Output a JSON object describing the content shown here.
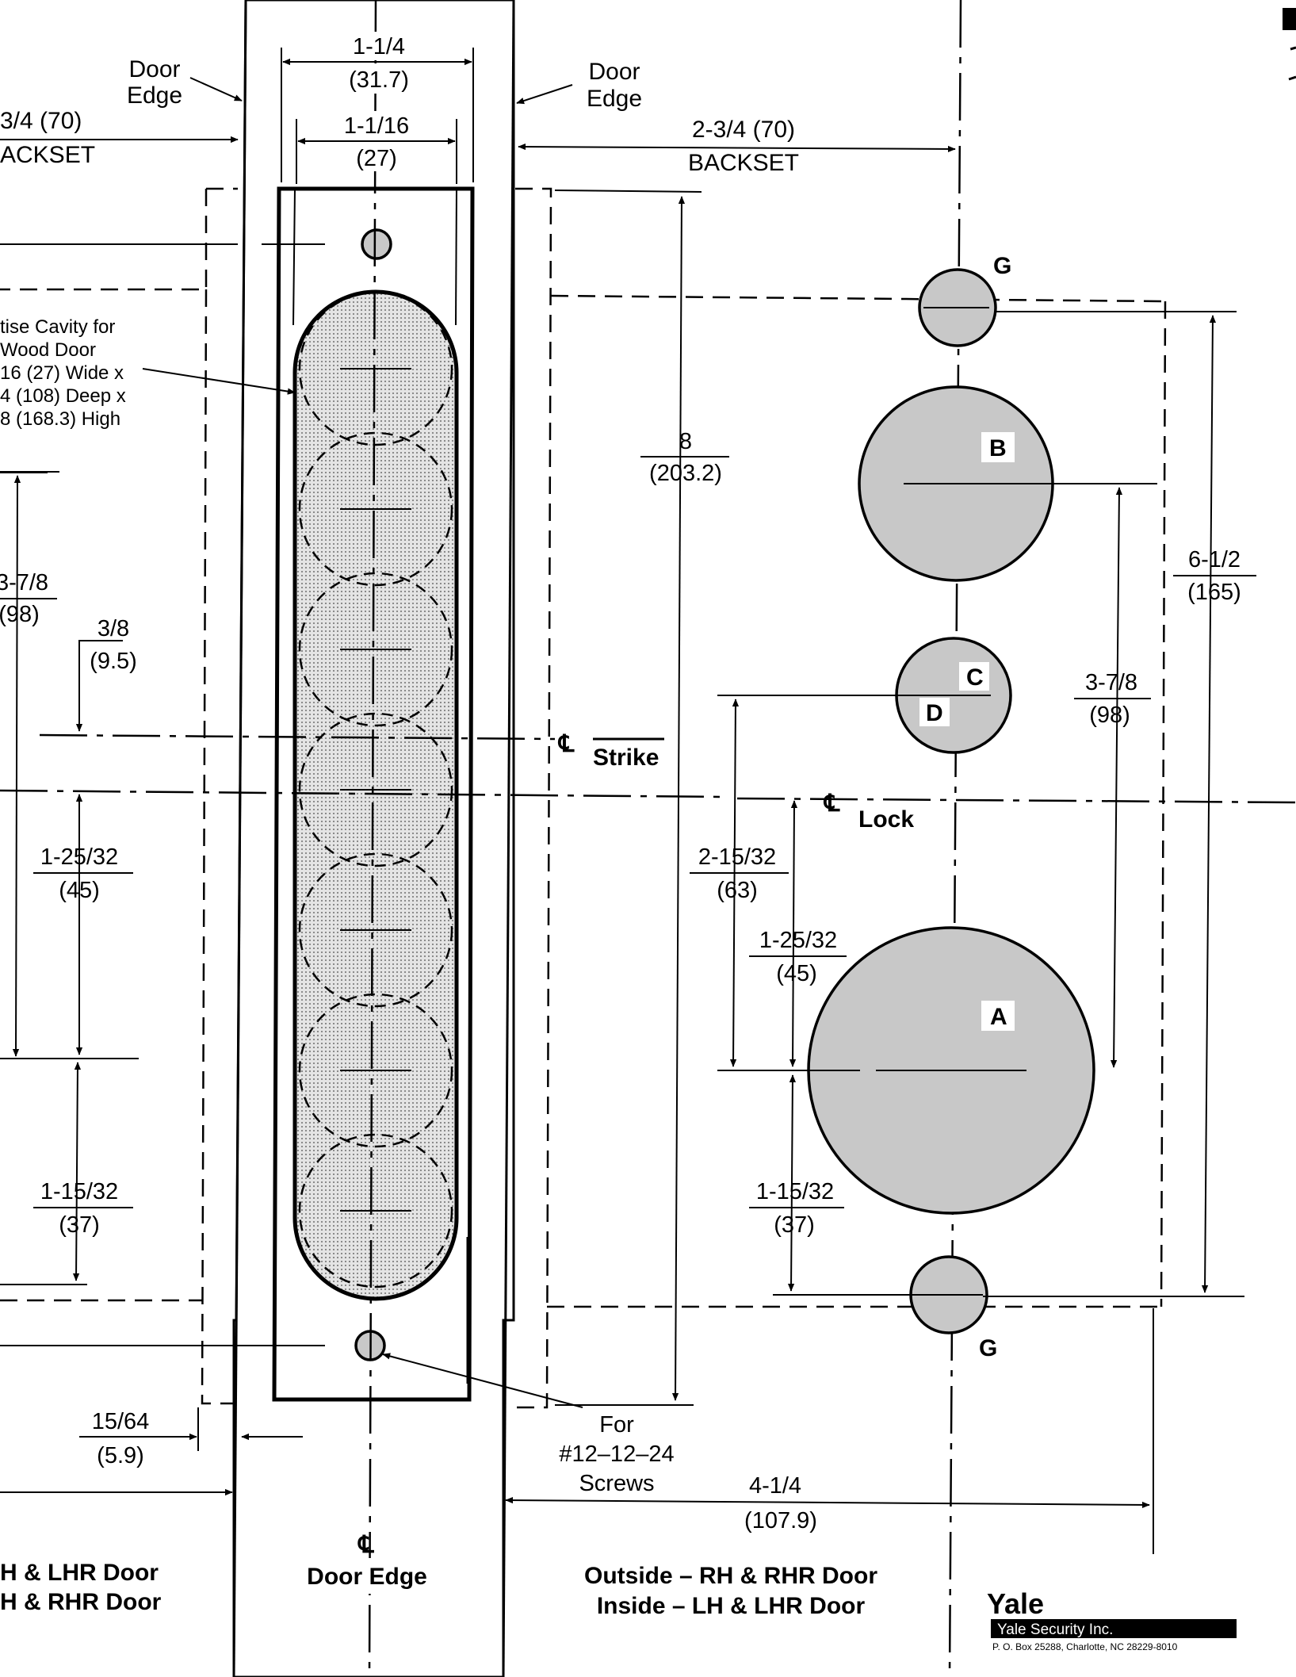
{
  "labels": {
    "door_edge_left": [
      "Door",
      "Edge"
    ],
    "door_edge_right": [
      "Door",
      "Edge"
    ],
    "backset_left": [
      "3/4 (70)",
      "ACKSET"
    ],
    "backset_right": [
      "2-3/4 (70)",
      "BACKSET"
    ],
    "mortise_note": [
      "tise Cavity for",
      "Wood Door",
      "16 (27) Wide x",
      "4 (108) Deep x",
      "8 (168.3) High"
    ],
    "strike": "Strike",
    "lock": "Lock",
    "cl_symbol": "℄",
    "screw_note": [
      "For",
      "#12–12–24",
      "Screws"
    ],
    "door_edge_center": [
      "℄",
      "Door Edge"
    ],
    "bottom_left": [
      "H & LHR Door",
      "H & RHR Door"
    ],
    "bottom_right": [
      "Outside – RH & RHR Door",
      "Inside – LH & LHR Door"
    ],
    "hole_letters": {
      "G_top": "G",
      "B": "B",
      "C": "C",
      "D": "D",
      "A": "A",
      "G_bottom": "G"
    }
  },
  "dimensions": {
    "top_width": [
      "1-1/4",
      "(31.7)"
    ],
    "inner_width": [
      "1-1/16",
      "(27)"
    ],
    "height_8": [
      "8",
      "(203.2)"
    ],
    "left_3_7_8": [
      "3-7/8",
      "(98)"
    ],
    "left_3_8": [
      "3/8",
      "(9.5)"
    ],
    "left_1_25_32": [
      "1-25/32",
      "(45)"
    ],
    "left_1_15_32": [
      "1-15/32",
      "(37)"
    ],
    "bottom_15_64": [
      "15/64",
      "(5.9)"
    ],
    "right_6_1_2": [
      "6-1/2",
      "(165)"
    ],
    "right_3_7_8": [
      "3-7/8",
      "(98)"
    ],
    "right_2_15_32": [
      "2-15/32",
      "(63)"
    ],
    "right_1_25_32": [
      "1-25/32",
      "(45)"
    ],
    "right_1_15_32": [
      "1-15/32",
      "(37)"
    ],
    "bottom_4_1_4": [
      "4-1/4",
      "(107.9)"
    ]
  },
  "logo": {
    "brand": "Yale",
    "company": "Yale Security Inc.",
    "address": "P. O. Box 25288, Charlotte, NC 28229-8010"
  }
}
